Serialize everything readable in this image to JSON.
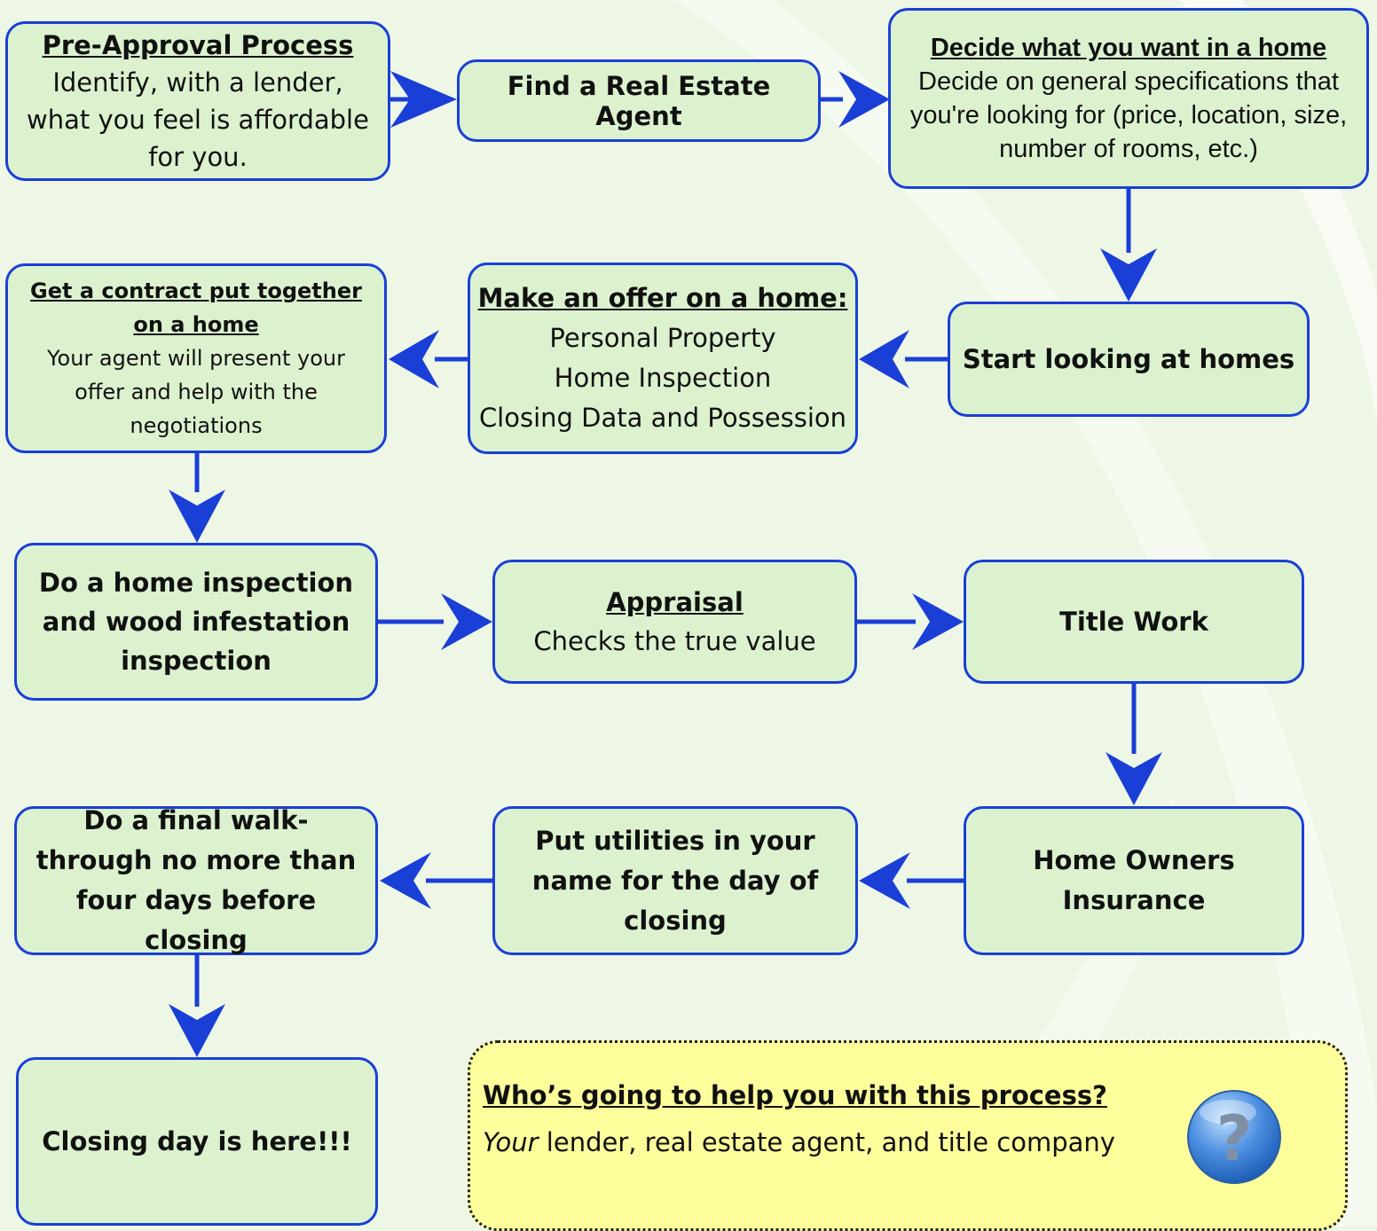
{
  "colors": {
    "box_fill": "#dcf2cf",
    "box_border": "#1a3fd6",
    "arrow": "#1a3fd6",
    "callout_fill": "#fdfd9c",
    "background": "#eef7e6"
  },
  "steps": {
    "pre_approval": {
      "title": "Pre-Approval Process",
      "body": "Identify, with a lender, what you feel is affordable for you."
    },
    "find_agent": {
      "title": "Find a Real Estate Agent"
    },
    "decide": {
      "title": "Decide what you want in a home",
      "body": "Decide on general specifications that you're looking for (price, location, size, number of rooms, etc.)"
    },
    "start_looking": {
      "title": "Start looking at homes"
    },
    "make_offer": {
      "title": "Make an offer on a home:",
      "line1": "Personal Property",
      "line2": "Home Inspection",
      "line3": "Closing Data and Possession"
    },
    "contract": {
      "title": "Get a contract put together on a home",
      "body": "Your agent will present your offer and help with the negotiations"
    },
    "inspection": {
      "title": "Do a home inspection and wood infestation inspection"
    },
    "appraisal": {
      "title": "Appraisal",
      "body": "Checks the true value"
    },
    "title_work": {
      "title": "Title Work"
    },
    "insurance": {
      "title": "Home Owners Insurance"
    },
    "utilities": {
      "title": "Put utilities in your name for the day of closing"
    },
    "walkthrough": {
      "title": "Do a final walk-through no more than four days before closing"
    },
    "closing": {
      "title": "Closing day is here!!!"
    }
  },
  "callout": {
    "question": "Who’s going to help you with this process?",
    "answer_emph": "Your",
    "answer_rest": " lender, real estate agent, and title company",
    "icon": "question-mark-icon"
  }
}
